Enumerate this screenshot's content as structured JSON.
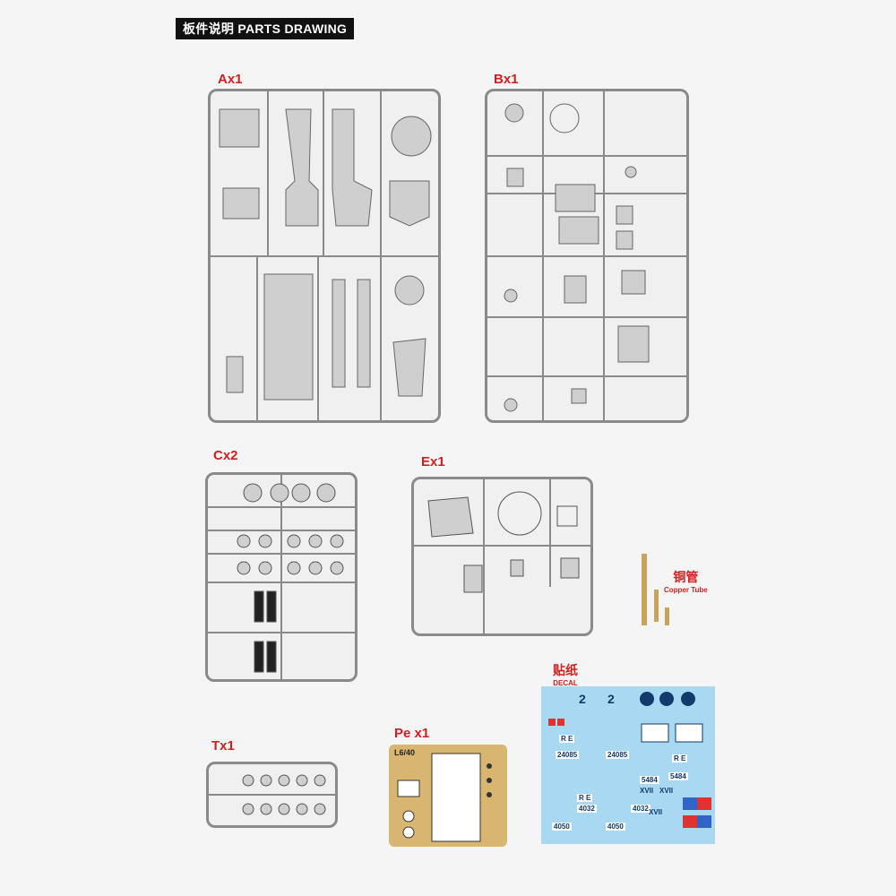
{
  "header": {
    "title": "板件说明 PARTS DRAWING"
  },
  "sprues": {
    "a": {
      "label": "Ax1"
    },
    "b": {
      "label": "Bx1"
    },
    "c": {
      "label": "Cx2"
    },
    "e": {
      "label": "Ex1"
    },
    "t": {
      "label": "Tx1"
    },
    "pe": {
      "label": "Pe x1",
      "plate_text": "L6/40"
    }
  },
  "copper": {
    "label_cn": "铜管",
    "label_en": "Copper Tube"
  },
  "decal": {
    "label_cn": "贴纸",
    "label_en": "DECAL",
    "numbers": [
      "24085",
      "24085",
      "5484",
      "5484",
      "4032",
      "4032",
      "4050",
      "4050"
    ],
    "roman": [
      "XVII",
      "XVII",
      "XVII"
    ],
    "digit": "2",
    "insignia": "R E"
  },
  "colors": {
    "accent": "#d21e1e",
    "decal_bg": "#a9d8f2",
    "pe_gold": "#d9b670",
    "sprue": "#8a8a8a"
  }
}
